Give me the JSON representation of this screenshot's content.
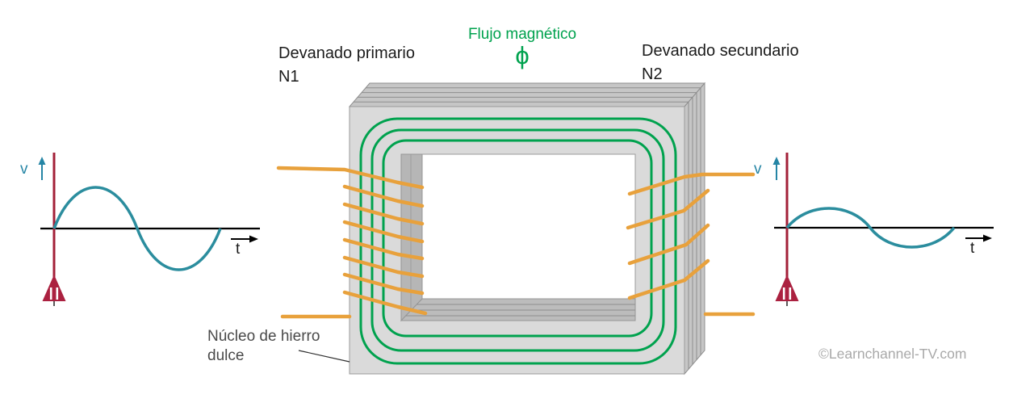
{
  "labels": {
    "primary_winding": "Devanado primario",
    "primary_symbol": "N1",
    "magnetic_flux": "Flujo magnético",
    "flux_symbol": "ϕ",
    "secondary_winding": "Devanado secundario",
    "secondary_symbol": "N2",
    "core_label_line1": "Núcleo de hierro",
    "core_label_line2": "dulce",
    "watermark": "©Learnchannel-TV.com"
  },
  "primary_graph": {
    "y_axis_label": "v",
    "x_axis_label": "t",
    "waveform": "sine",
    "cycles_shown": 1,
    "relative_amplitude": 1.0
  },
  "secondary_graph": {
    "y_axis_label": "v",
    "x_axis_label": "t",
    "waveform": "sine",
    "cycles_shown": 1,
    "relative_amplitude": 0.5
  },
  "winding_turn_counts": {
    "primary_visible_turns": 8,
    "secondary_visible_turns": 4
  },
  "colors": {
    "flux_green": "#00a24e",
    "winding_orange": "#e8a13c",
    "wave_teal": "#2b8d9e",
    "axis_label_teal": "#2585a5",
    "pole_red": "#ab2140",
    "core_front_gray": "#dadada",
    "core_side_gray": "#c6c6c6",
    "core_label_gray": "#4a4a4a",
    "watermark_gray": "#a9a9a9"
  }
}
